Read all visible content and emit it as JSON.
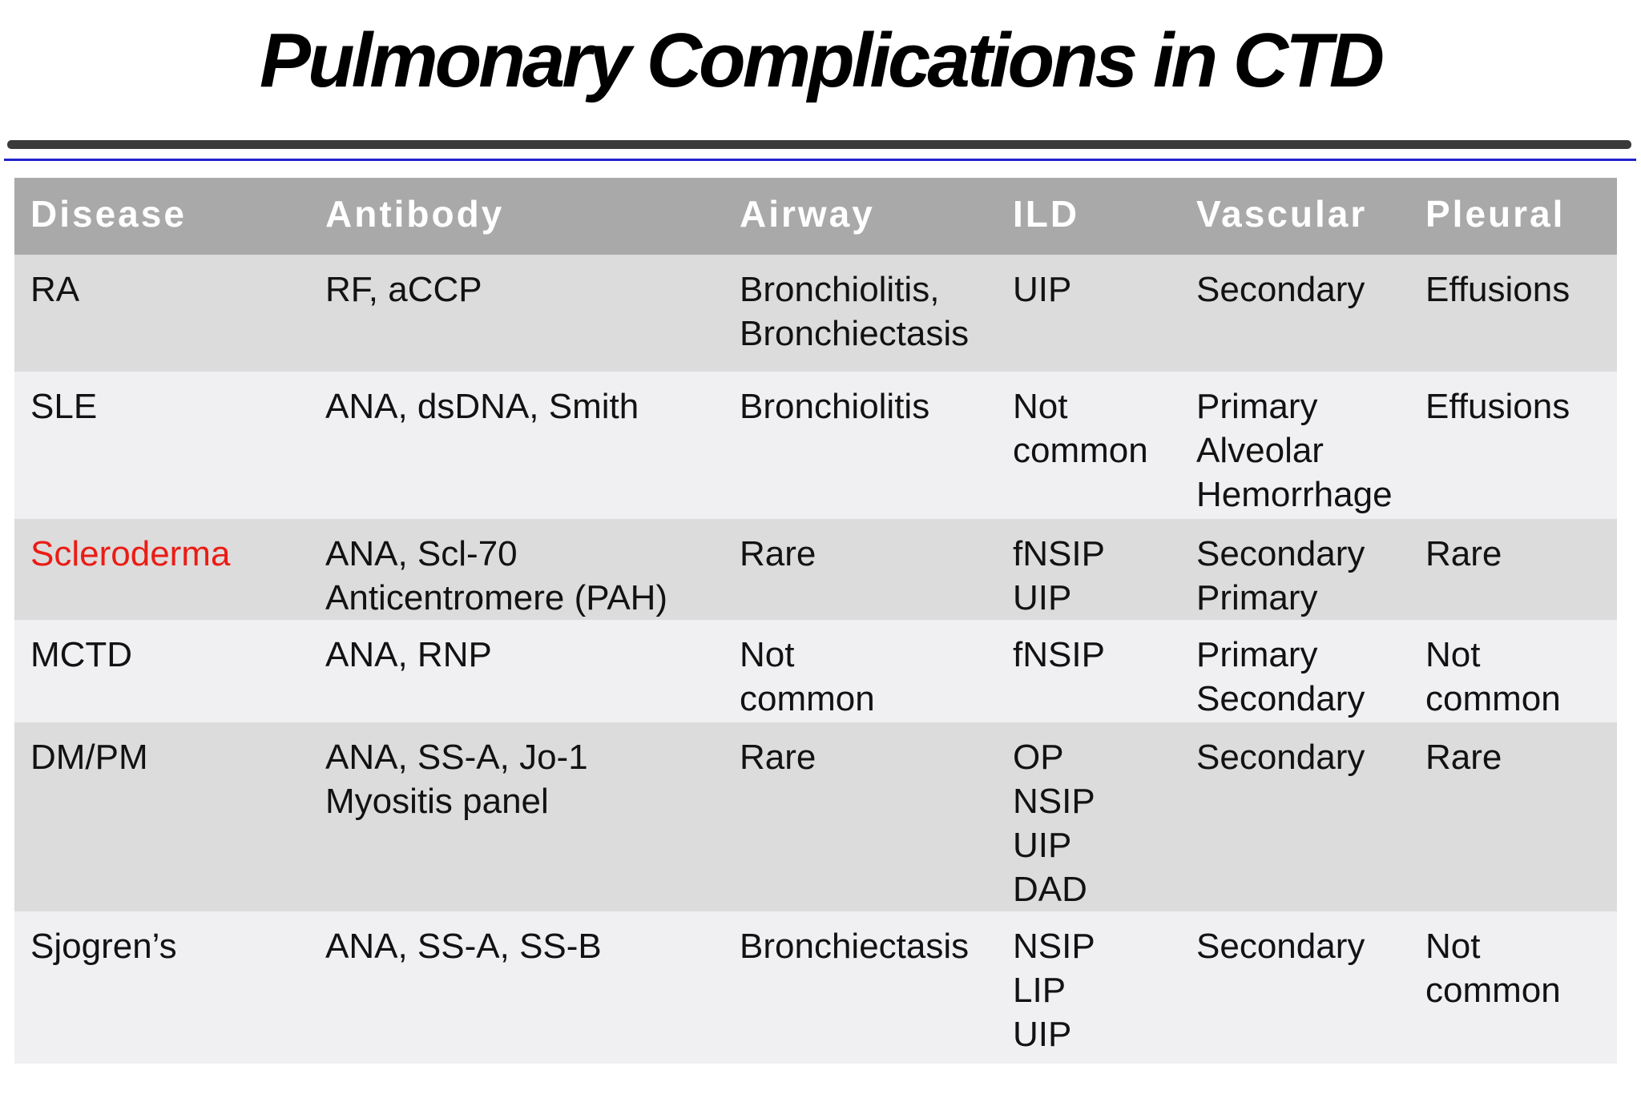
{
  "slide": {
    "title": "Pulmonary Complications in CTD"
  },
  "colors": {
    "title_bar": "#3a3a3a",
    "accent_line": "#2222cc",
    "header_bg": "#a9a9a9",
    "header_text": "#ffffff",
    "row_shaded": "#dcdcdc",
    "row_plain": "#f0eff1",
    "body_text": "#121212",
    "highlight": "#ea1c15"
  },
  "table": {
    "columns": [
      "Disease",
      "Antibody",
      "Airway",
      "ILD",
      "Vascular",
      "Pleural"
    ],
    "rows": [
      {
        "cells": [
          "RA",
          "RF, aCCP",
          [
            "Bronchiolitis,",
            "Bronchiectasis"
          ],
          "UIP",
          "Secondary",
          "Effusions"
        ]
      },
      {
        "cells": [
          "SLE",
          "ANA, dsDNA, Smith",
          "Bronchiolitis",
          [
            "Not",
            "common"
          ],
          [
            "Primary",
            "Alveolar",
            "Hemorrhage"
          ],
          "Effusions"
        ]
      },
      {
        "highlighted_disease": true,
        "cells": [
          "Scleroderma",
          [
            "ANA, Scl-70",
            "Anticentromere (PAH)"
          ],
          "Rare",
          [
            "fNSIP",
            "UIP"
          ],
          [
            "Secondary",
            "Primary"
          ],
          "Rare"
        ]
      },
      {
        "cells": [
          "MCTD",
          "ANA, RNP",
          [
            "Not",
            "common"
          ],
          "fNSIP",
          [
            "Primary",
            "Secondary"
          ],
          [
            "Not",
            "common"
          ]
        ]
      },
      {
        "cells": [
          "DM/PM",
          [
            "ANA, SS-A, Jo-1",
            "Myositis panel"
          ],
          "Rare",
          [
            "OP",
            "NSIP",
            "UIP",
            "DAD"
          ],
          "Secondary",
          "Rare"
        ]
      },
      {
        "cells": [
          "Sjogren’s",
          "ANA, SS-A, SS-B",
          "Bronchiectasis",
          [
            "NSIP",
            "LIP",
            "UIP"
          ],
          "Secondary",
          [
            "Not",
            "common"
          ]
        ]
      }
    ]
  }
}
